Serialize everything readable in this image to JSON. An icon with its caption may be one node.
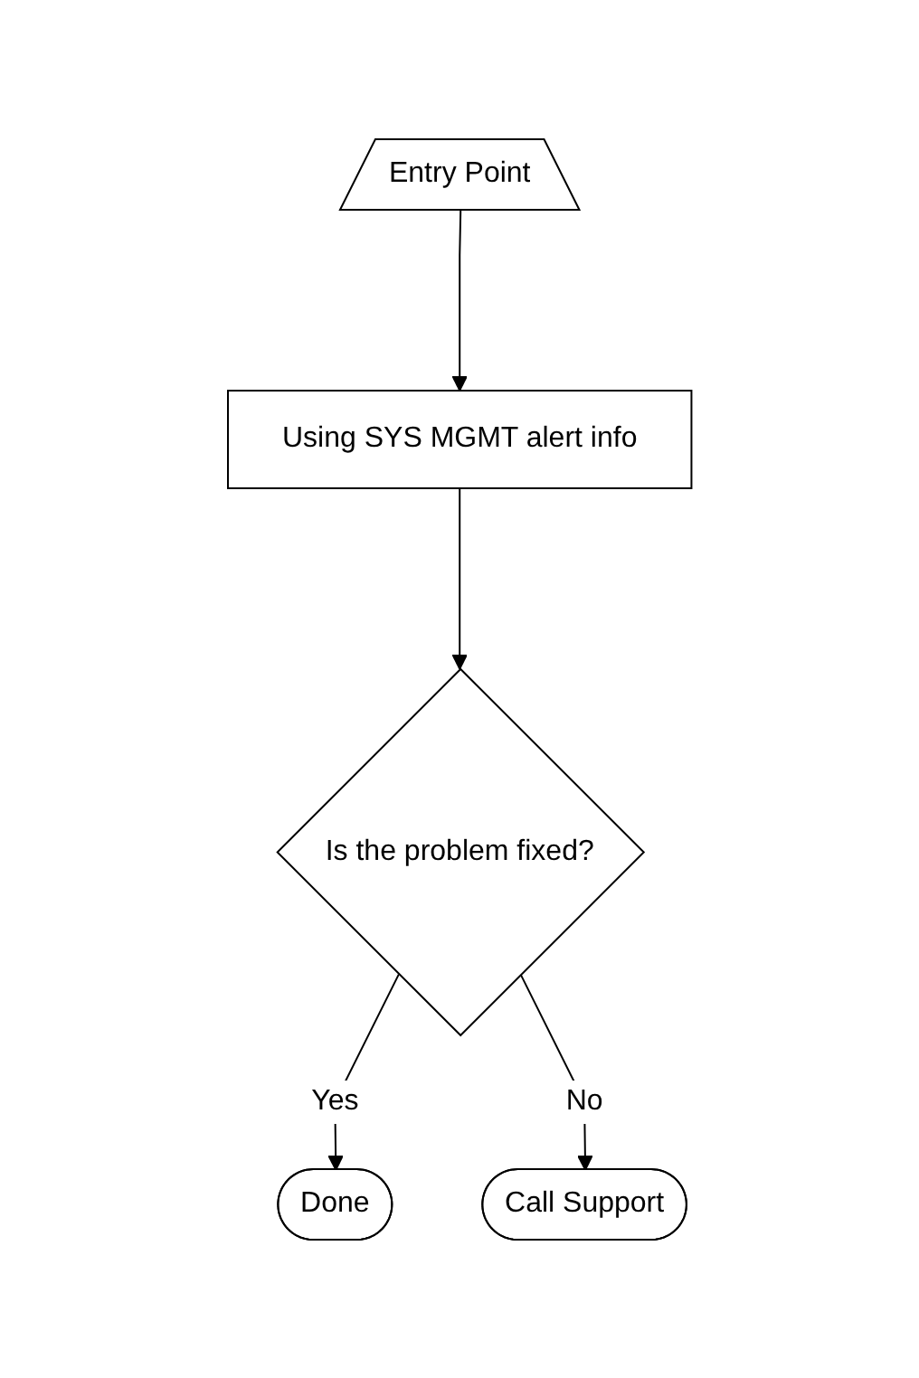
{
  "diagram": {
    "nodes": [
      {
        "text": [
          "Entry Point"
        ]
      },
      {
        "text": [
          "Using SYS MGMT alert info"
        ]
      },
      {
        "text": [
          "Is the problem fixed?"
        ]
      },
      {
        "text": [
          "Done"
        ]
      },
      {
        "text": [
          "Call Support"
        ]
      }
    ],
    "edges": [
      {
        "from": 0,
        "to": 1,
        "arrow": "to"
      },
      {
        "from": 1,
        "to": 2,
        "arrow": "to"
      },
      {
        "from": 2,
        "to": 3,
        "arrow": "to",
        "label": "Yes"
      },
      {
        "from": 2,
        "to": 4,
        "arrow": "to",
        "label": "No"
      }
    ]
  }
}
